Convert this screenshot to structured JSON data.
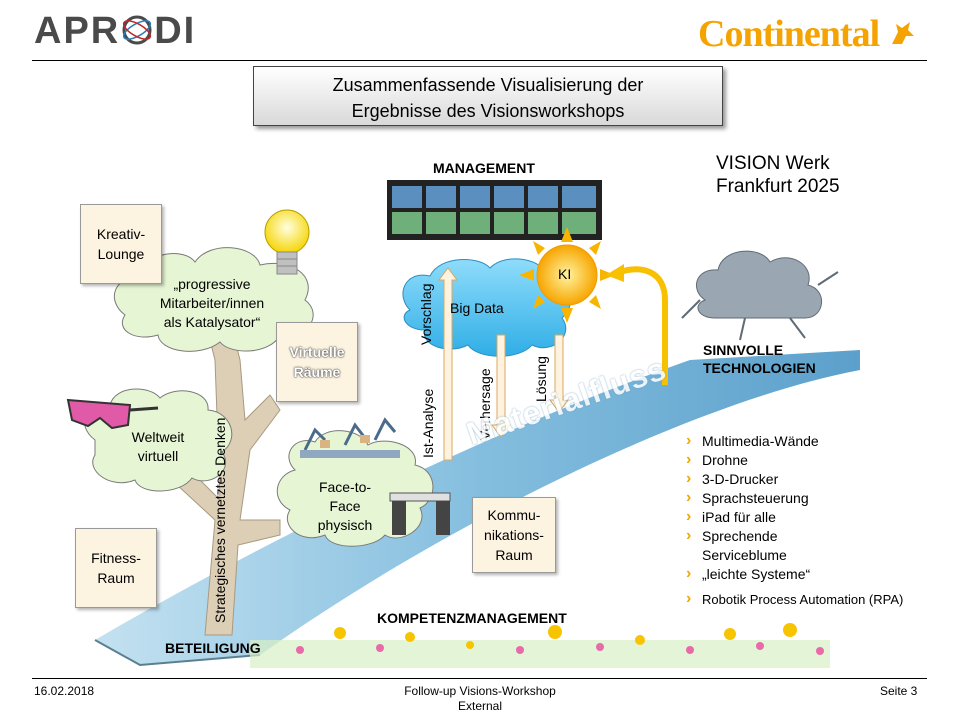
{
  "header": {
    "logo_left_pre": "APR",
    "logo_left_post": "DI",
    "logo_right": "Continental"
  },
  "title": {
    "line1": "Zusammenfassende  Visualisierung der",
    "line2": "Ergebnisse des Visionsworkshops"
  },
  "vision": {
    "line1": "VISION Werk",
    "line2": "Frankfurt 2025"
  },
  "labels": {
    "management": "MANAGEMENT",
    "ki": "KI",
    "big_data": "Big Data",
    "vorschlag": "Vorschlag",
    "ist_analyse": "Ist-Analyse",
    "vorhersage": "Vorhersage",
    "loesung": "Lösung",
    "materialfluss": "Materialfluss",
    "sinnvolle1": "SINNVOLLE",
    "sinnvolle2": "TECHNOLOGIEN",
    "kompetenz": "KOMPETENZMANAGEMENT",
    "beteiligung": "BETEILIGUNG",
    "strategisch": "Strategisches vernetztes Denken"
  },
  "boxes": {
    "kreativ": "Kreativ-\nLounge",
    "virtuelle": "Virtuelle\nRäume",
    "fitness": "Fitness-\nRaum",
    "kommunikation": "Kommu-\nnikations-\nRaum"
  },
  "clouds": {
    "progressive": "„progressive\nMitarbeiter/innen\nals Katalysator“",
    "weltweit": "Weltweit\nvirtuell",
    "face": "Face-to-\nFace\nphysisch"
  },
  "tech_list": [
    "Multimedia-Wände",
    "Drohne",
    "3-D-Drucker",
    "Sprachsteuerung",
    "iPad für alle",
    "Sprechende\nServiceblume",
    "„leichte Systeme“",
    "Robotik Process Automation (RPA)"
  ],
  "footer": {
    "date": "16.02.2018",
    "center_line1": "Follow-up  Visions-Workshop",
    "center_line2": "External",
    "page": "Seite 3"
  },
  "colors": {
    "conti_orange": "#f5a300",
    "ribbon_blue": "#6fb3d9",
    "cloud_green": "#e6f5d3",
    "cloud_blue": "#5ec4ef",
    "sun": "#f7b500"
  }
}
